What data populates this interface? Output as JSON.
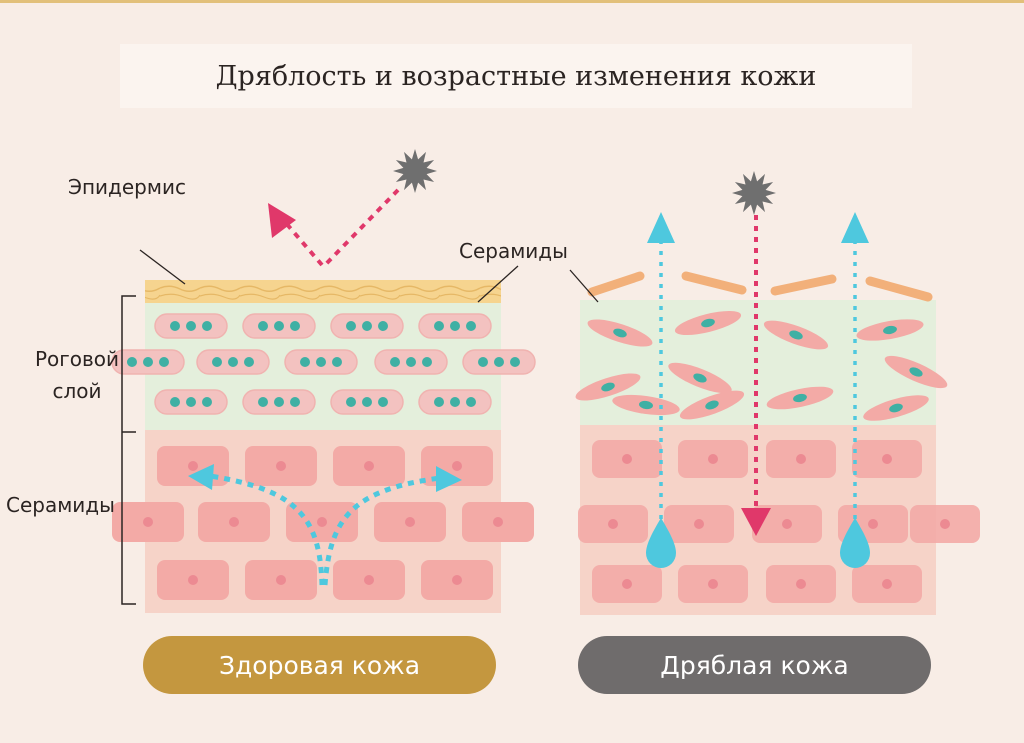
{
  "title": "Дряблость и возрастные изменения кожи",
  "labels": {
    "epidermis": "Эпидермис",
    "ceramides_top": "Серамиды",
    "stratum_corneum_line1": "Роговой",
    "stratum_corneum_line2": "слой",
    "ceramides_left": "Серамиды"
  },
  "buttons": {
    "healthy": "Здоровая кожа",
    "saggy": "Дряблая кожа"
  },
  "colors": {
    "background": "#f8ede6",
    "epidermis": "#f6d48f",
    "stratum_corneum": "#e4efdc",
    "dermis": "#f6d3c8",
    "cell": "#f3aaa6",
    "cell_nucleus": "#ec8a92",
    "corneocyte_dot": "#3fb0a4",
    "ceramide_bar": "#f2b07a",
    "water_arrow": "#4ec8de",
    "uv_arrow": "#e0386a",
    "uv_star": "#6f6f6f",
    "healthy_button": "#c4973f",
    "saggy_button": "#6f6c6c"
  },
  "icons": {
    "uv": "star-burst-icon",
    "water_drop": "water-drop-icon",
    "arrow": "triangle-arrowhead-icon"
  }
}
